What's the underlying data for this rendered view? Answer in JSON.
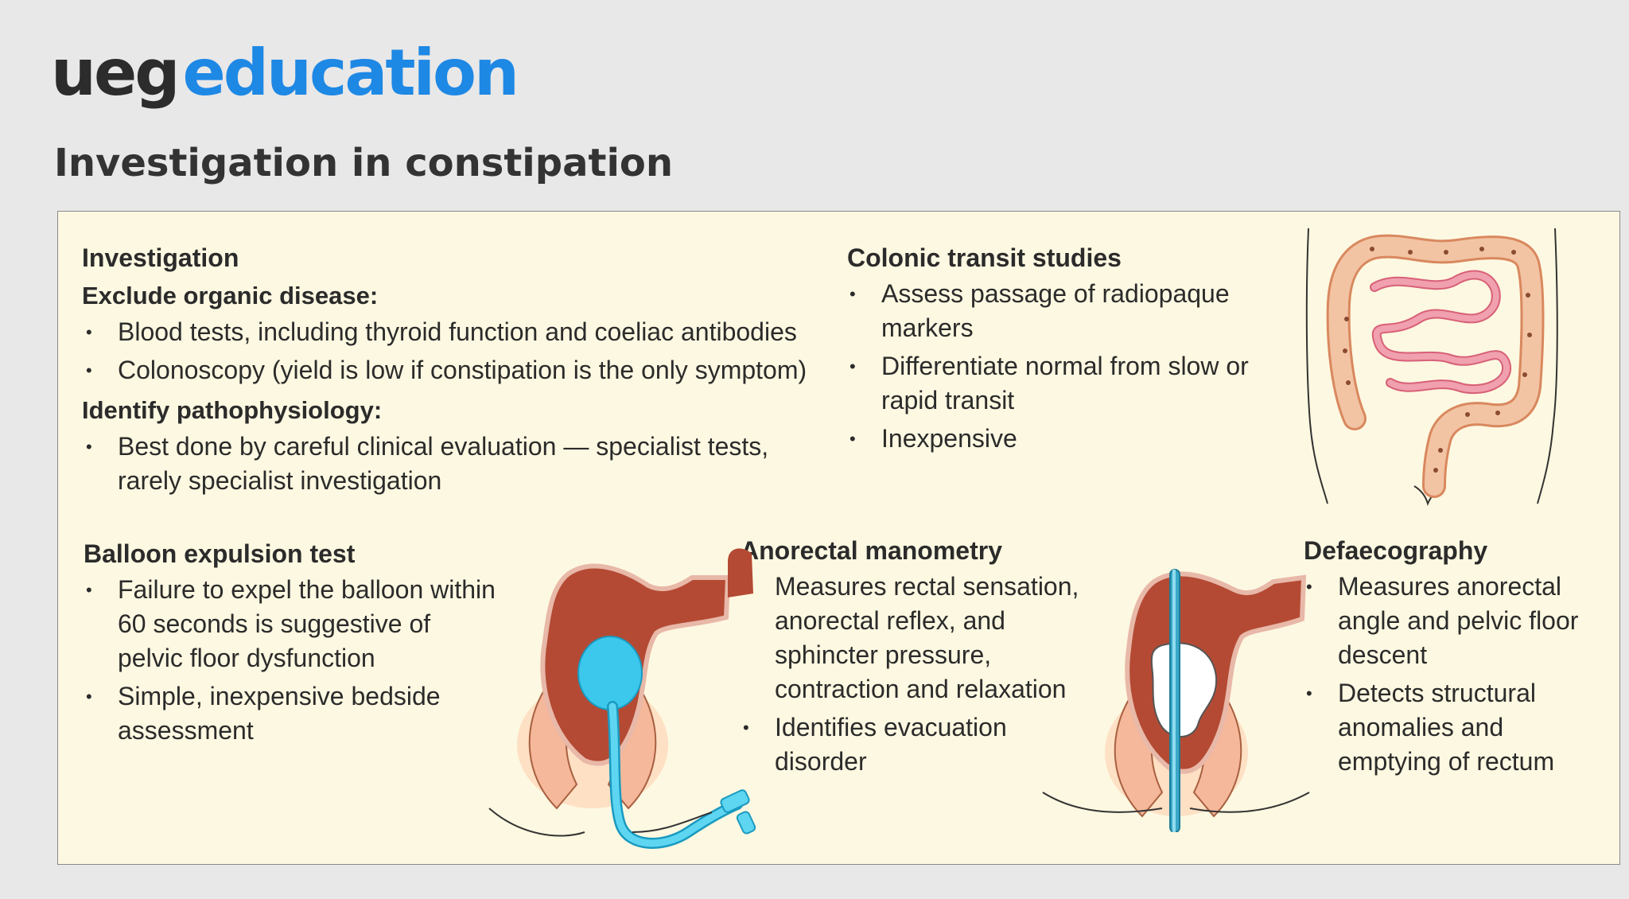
{
  "header": {
    "logo_part1": "ueg",
    "logo_part2": "education",
    "title": "Investigation in constipation"
  },
  "colors": {
    "logo_blue": "#1e88e5",
    "panel_bg": "#fdf8e1",
    "colon_orange": "#f2c4a4",
    "intestine_pink": "#f0a0ae",
    "rectum_red": "#b44a34",
    "balloon_cyan": "#3cc8ec"
  },
  "investigation": {
    "heading": "Investigation",
    "exclude_heading": "Exclude organic disease:",
    "exclude_items": [
      "Blood tests, including thyroid function and coeliac antibodies",
      "Colonoscopy (yield is low if constipation is the only symptom)"
    ],
    "identify_heading": "Identify pathophysiology:",
    "identify_items": [
      "Best done by careful clinical evaluation — specialist tests, rarely specialist investigation"
    ]
  },
  "colonic_transit": {
    "heading": "Colonic transit studies",
    "items": [
      "Assess passage of radiopaque markers",
      "Differentiate normal from slow or rapid transit",
      "Inexpensive"
    ]
  },
  "balloon_expulsion": {
    "heading": "Balloon expulsion test",
    "items": [
      "Failure to expel the balloon within 60 seconds is suggestive of pelvic floor dysfunction",
      "Simple, inexpensive bedside assessment"
    ]
  },
  "anorectal_manometry": {
    "heading": "Anorectal manometry",
    "items": [
      "Measures rectal sensation, anorectal reflex, and sphincter pressure, contraction and relaxation",
      "Identifies evacuation disorder"
    ]
  },
  "defaecography": {
    "heading": "Defaecography",
    "items": [
      "Measures anorectal angle and pelvic floor descent",
      "Detects structural anomalies and emptying of rectum"
    ]
  },
  "illustrations": [
    "colon-transit-illustration",
    "balloon-expulsion-illustration",
    "anorectal-manometry-illustration"
  ]
}
